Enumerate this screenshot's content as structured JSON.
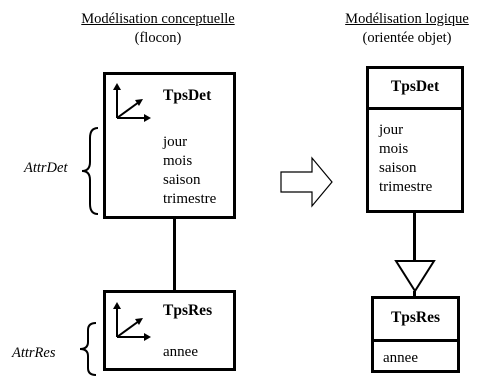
{
  "conceptual": {
    "title": "Modélisation conceptuelle",
    "subtitle": "(flocon)",
    "entities": [
      {
        "name": "TpsDet",
        "attributes": [
          "jour",
          "mois",
          "saison",
          "trimestre"
        ],
        "side_label": "AttrDet"
      },
      {
        "name": "TpsRes",
        "attributes": [
          "annee"
        ],
        "side_label": "AttrRes"
      }
    ]
  },
  "logical": {
    "title": "Modélisation logique",
    "subtitle": "(orientée objet)",
    "classes": [
      {
        "name": "TpsDet",
        "attributes": [
          "jour",
          "mois",
          "saison",
          "trimestre"
        ]
      },
      {
        "name": "TpsRes",
        "attributes": [
          "annee"
        ]
      }
    ]
  }
}
